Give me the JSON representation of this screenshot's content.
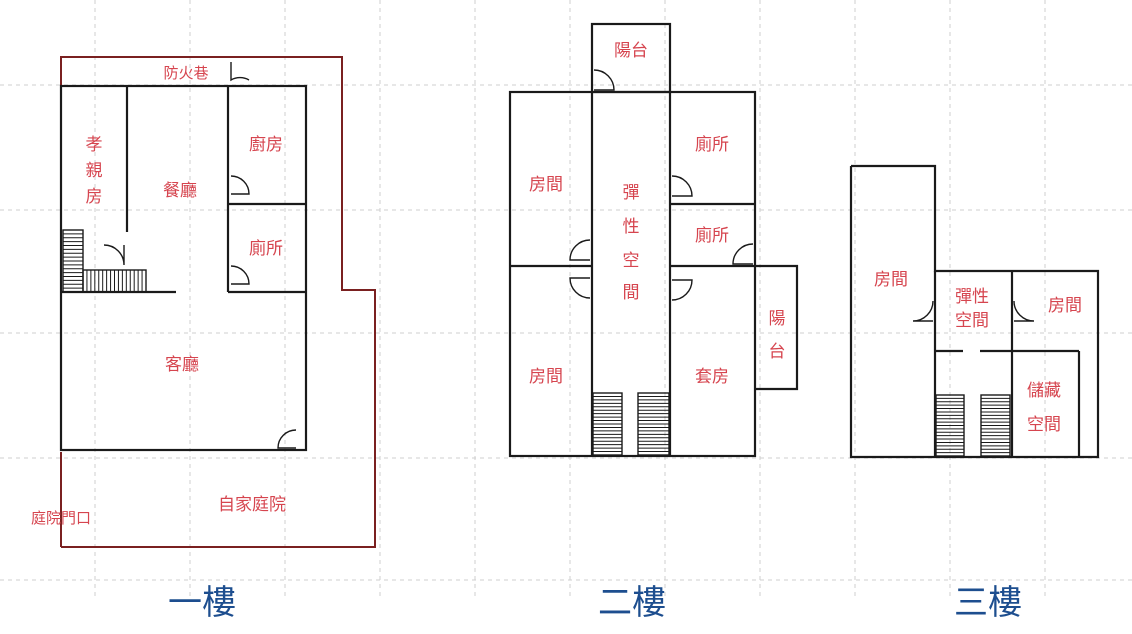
{
  "colors": {
    "label": "#d6454f",
    "title": "#1d4e8f",
    "wall": "#1a1a1a",
    "boundary": "#7a2020",
    "grid": "#cfcfcf"
  },
  "floor1": {
    "title": "一樓",
    "fire_lane": "防火巷",
    "elder_room": [
      "孝",
      "親",
      "房"
    ],
    "dining": "餐廳",
    "kitchen": "廚房",
    "toilet": "廁所",
    "living": "客廳",
    "yard": "自家庭院",
    "yard_gate": "庭院門口"
  },
  "floor2": {
    "title": "二樓",
    "balcony_top": "陽台",
    "room_top": "房間",
    "flex_space": [
      "彈",
      "性",
      "空",
      "間"
    ],
    "toilet_1": "廁所",
    "toilet_2": "廁所",
    "room_bottom": "房間",
    "suite": "套房",
    "balcony_side": [
      "陽",
      "台"
    ]
  },
  "floor3": {
    "title": "三樓",
    "room_left": "房間",
    "flex_space": [
      "彈性",
      "空間"
    ],
    "room_right": "房間",
    "storage": [
      "儲藏",
      "空間"
    ]
  }
}
